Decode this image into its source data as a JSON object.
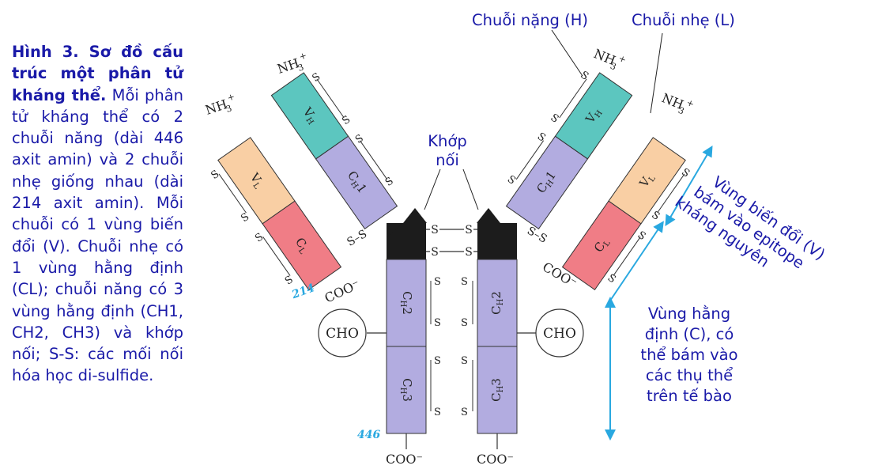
{
  "caption": {
    "title": "Hình 3. Sơ đồ cấu trúc một phân tử kháng thể.",
    "body": "Mỗi phân tử kháng thể có 2 chuỗi năng (dài 446 axit amin) và 2 chuỗi nhẹ giống nhau (dài 214 axit amin). Mỗi chuỗi có 1 vùng biến đổi (V). Chuỗi nhẹ có 1 vùng hằng định (CL); chuỗi năng có 3 vùng hằng định (CH1, CH2, CH3) và khớp nối; S-S: các mối nối hóa học di-sulfide."
  },
  "labels": {
    "heavy_chain": "Chuỗi nặng (H)",
    "light_chain": "Chuỗi nhẹ (L)",
    "hinge_line1": "Khớp",
    "hinge_line2": "nối",
    "variable_region": [
      "Vùng biến đổi (V)",
      "bám vào epitope",
      "kháng nguyên"
    ],
    "constant_region": [
      "Vùng hằng",
      "định (C), có",
      "thể bám vào",
      "các thụ thể",
      "trên tế bào"
    ]
  },
  "domains": {
    "nh3": "NH",
    "cho": "CHO",
    "coo": "COO⁻",
    "ss": "S",
    "ss_bond": "S–S",
    "num_214": "214",
    "num_446": "446"
  },
  "colors": {
    "text_blue": "#1a1aa8",
    "vh": "#5cc6bf",
    "vl": "#f9cfa4",
    "cl": "#f07d86",
    "ch": "#b2ace0",
    "hinge": "#1c1c1c",
    "arrow": "#29a8e0",
    "number": "#29a8e0"
  }
}
